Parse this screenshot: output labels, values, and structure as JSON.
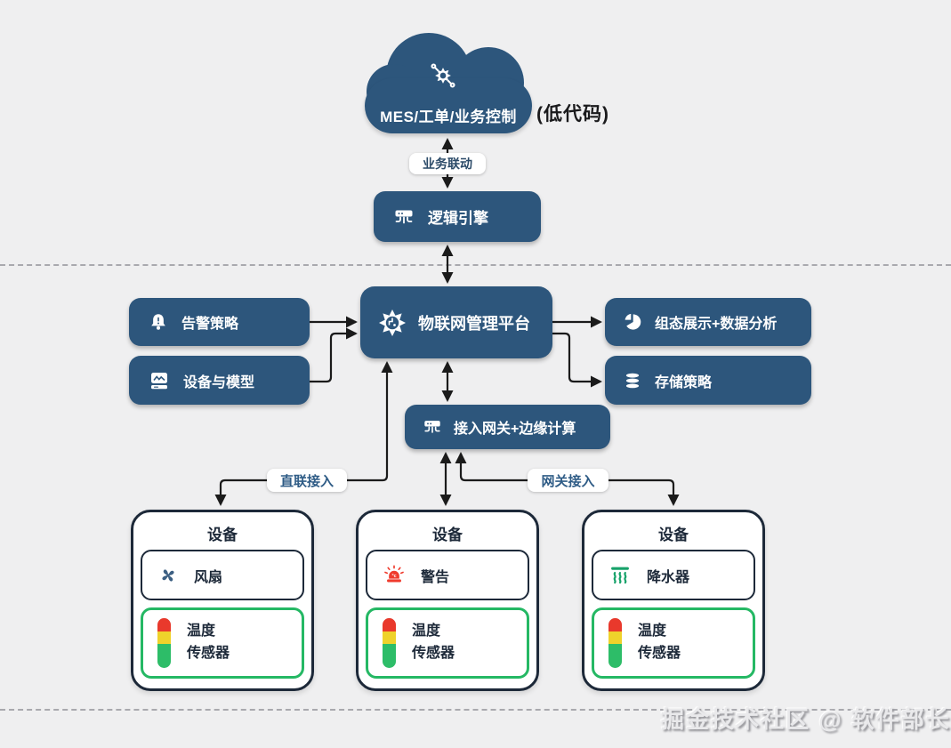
{
  "colors": {
    "background": "#efeff0",
    "node_blue": "#2d567c",
    "arrow": "#1b1b1b",
    "device_border": "#1d2939",
    "sensor_border": "#25b864",
    "fan_blue": "#3c5f82",
    "siren_red": "#ef3b2d",
    "sprinkler_green": "#17a26a",
    "tower_red": "#e9392c",
    "tower_yellow": "#efd22b",
    "tower_green": "#2dbd68"
  },
  "top": {
    "cloud_label": "MES/工单/业务控制",
    "cloud_icon": "iot-network-icon",
    "side_note": "(低代码)",
    "link_label": "业务联动"
  },
  "nodes": {
    "logic_engine": {
      "label": "逻辑引擎",
      "icon": "router-icon"
    },
    "platform": {
      "label": "物联网管理平台",
      "icon": "gear-burst-icon"
    },
    "alert_strategy": {
      "label": "告警策略",
      "icon": "alarm-bell-icon"
    },
    "device_model": {
      "label": "设备与模型",
      "icon": "device-model-icon"
    },
    "scada": {
      "label": "组态展示+数据分析",
      "icon": "pie-chart-icon"
    },
    "storage": {
      "label": "存储策略",
      "icon": "database-icon"
    },
    "gateway": {
      "label": "接入网关+边缘计算",
      "icon": "router-icon"
    }
  },
  "access_labels": {
    "direct": "直联接入",
    "gateway": "网关接入"
  },
  "devices": [
    {
      "title": "设备",
      "actuator": {
        "label": "风扇",
        "icon": "fan-icon"
      },
      "sensor": {
        "line1": "温度",
        "line2": "传感器",
        "icon": "tower-light-icon"
      }
    },
    {
      "title": "设备",
      "actuator": {
        "label": "警告",
        "icon": "siren-icon"
      },
      "sensor": {
        "line1": "温度",
        "line2": "传感器",
        "icon": "tower-light-icon"
      }
    },
    {
      "title": "设备",
      "actuator": {
        "label": "降水器",
        "icon": "sprinkler-icon"
      },
      "sensor": {
        "line1": "温度",
        "line2": "传感器",
        "icon": "tower-light-icon"
      }
    }
  ],
  "watermark": "掘金技术社区 @ 软件部长"
}
